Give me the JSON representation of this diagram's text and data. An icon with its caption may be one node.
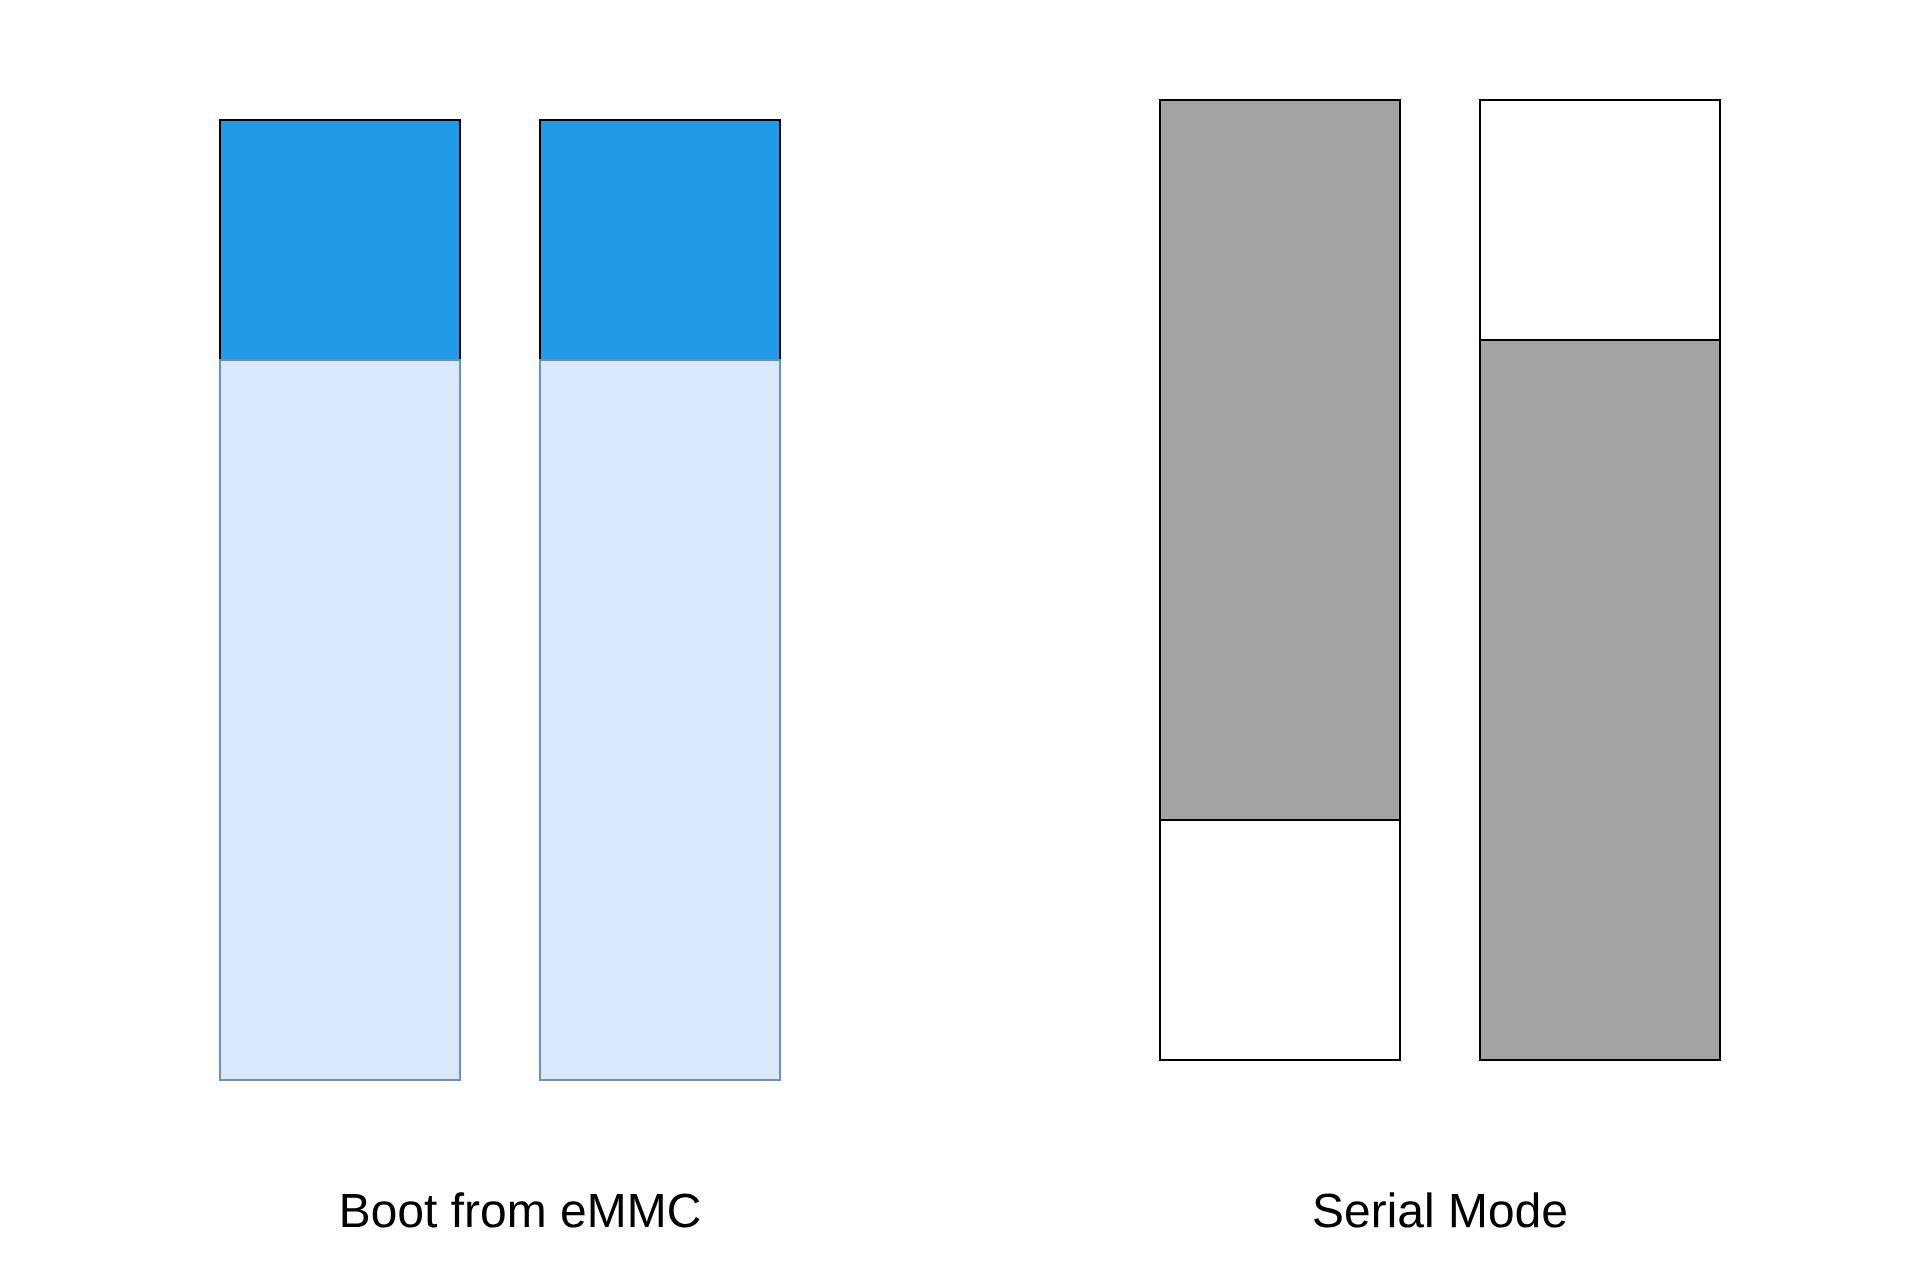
{
  "diagram": {
    "nodes": [
      {
        "text": [],
        "shape": "box"
      },
      {
        "text": [],
        "shape": "box"
      },
      {
        "text": [],
        "shape": "box"
      },
      {
        "text": [],
        "shape": "box"
      },
      {
        "text": [],
        "shape": "box"
      },
      {
        "text": [],
        "shape": "box"
      },
      {
        "text": [],
        "shape": "box"
      },
      {
        "text": [],
        "shape": "box"
      }
    ],
    "labels": [
      "Boot from eMMC",
      "Serial Mode"
    ]
  }
}
